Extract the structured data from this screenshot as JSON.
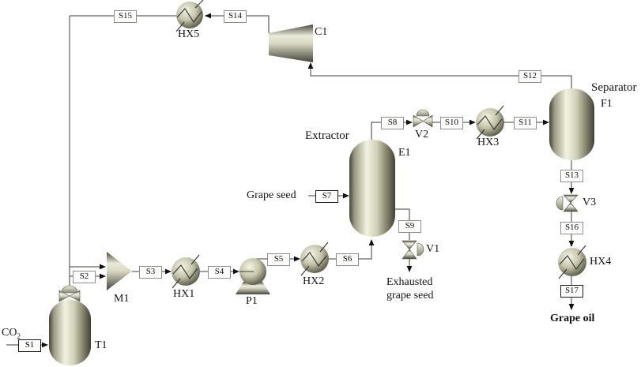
{
  "streams": {
    "S1": "S1",
    "S2": "S2",
    "S3": "S3",
    "S4": "S4",
    "S5": "S5",
    "S6": "S6",
    "S7": "S7",
    "S8": "S8",
    "S9": "S9",
    "S10": "S10",
    "S11": "S11",
    "S12": "S12",
    "S13": "S13",
    "S14": "S14",
    "S15": "S15",
    "S16": "S16",
    "S17": "S17"
  },
  "equipment": {
    "T1": "T1",
    "M1": "M1",
    "HX1": "HX1",
    "P1": "P1",
    "HX2": "HX2",
    "E1": "E1",
    "V1": "V1",
    "V2": "V2",
    "HX3": "HX3",
    "F1": "F1",
    "V3": "V3",
    "HX4": "HX4",
    "C1": "C1",
    "HX5": "HX5"
  },
  "unit_names": {
    "extractor": "Extractor",
    "separator": "Separator"
  },
  "annotations": {
    "co2_main": "CO",
    "co2_sub": "2",
    "grape_seed": "Grape seed",
    "exhausted_line1": "Exhausted",
    "exhausted_line2": "grape seed",
    "grape_oil": "Grape oil"
  },
  "colors": {
    "equipment_light": "#f2f2e0",
    "equipment_dark": "#45453a",
    "line": "#3c3c3c",
    "arrow": "#111111",
    "stream_box_border": "#8f8f8f",
    "feed_box_border": "#1a1a1a",
    "background": "#ffffff"
  }
}
